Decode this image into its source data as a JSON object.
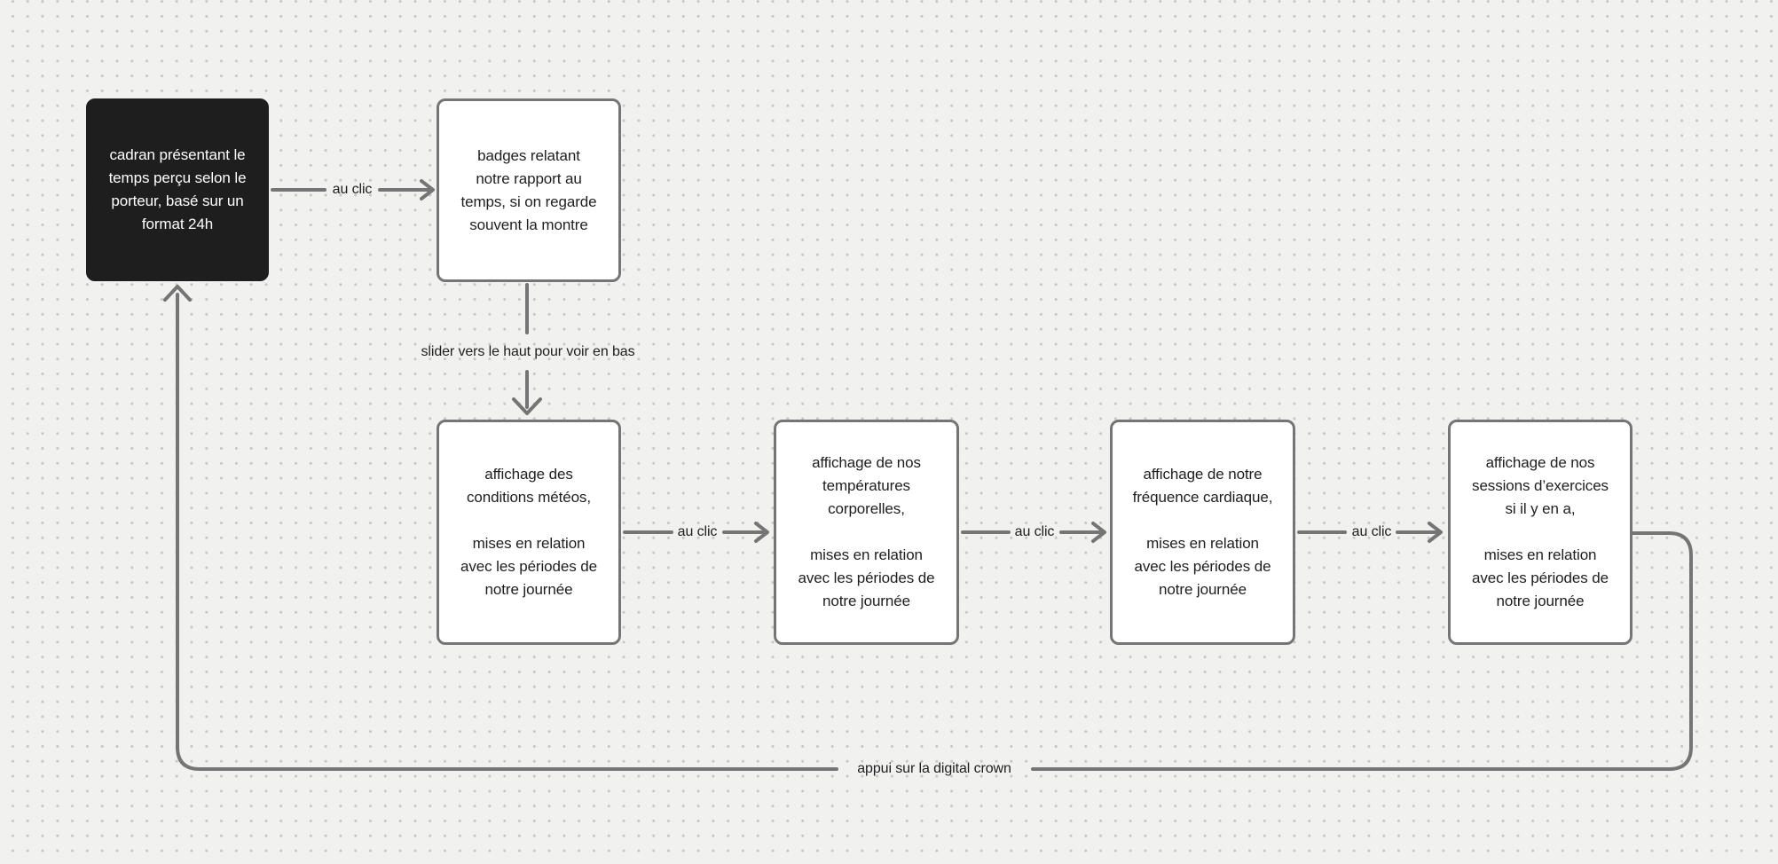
{
  "canvas": {
    "background": "#f1f1f0",
    "dot_color": "#c7c6c4",
    "stroke_color": "#757575",
    "dark_node_fill": "#1e1e1e",
    "text_color": "#1e1e1e"
  },
  "nodes": {
    "cadran": {
      "text": "cadran présentant le\ntemps perçu selon le\nporteur, basé sur un\nformat 24h",
      "variant": "dark"
    },
    "badges": {
      "text": "badges relatant\nnotre rapport au\ntemps, si on regarde\nsouvent la montre",
      "variant": "light"
    },
    "meteo": {
      "para1": "affichage des\nconditions météos,",
      "para2": "mises en relation\navec les périodes de\nnotre journée",
      "variant": "light"
    },
    "temperatures": {
      "para1": "affichage de nos\ntempératures\ncorporelles,",
      "para2": "mises en relation\navec les périodes de\nnotre journée",
      "variant": "light"
    },
    "cardiaque": {
      "para1": "affichage de notre\nfréquence cardiaque,",
      "para2": "mises en relation\navec les périodes de\nnotre journée",
      "variant": "light"
    },
    "exercices": {
      "para1": "affichage de nos\nsessions d’exercices\nsi il y en a,",
      "para2": "mises en relation\navec les périodes de\nnotre journée",
      "variant": "light"
    }
  },
  "edges": {
    "cadran_to_badges": {
      "label": "au clic"
    },
    "badges_to_meteo": {
      "label": "slider vers le haut pour voir en bas"
    },
    "meteo_to_temperatures": {
      "label": "au clic"
    },
    "temperatures_to_cardiaque": {
      "label": "au clic"
    },
    "cardiaque_to_exercices": {
      "label": "au clic"
    },
    "exercices_to_cadran": {
      "label": "appui sur la digital crown"
    }
  }
}
